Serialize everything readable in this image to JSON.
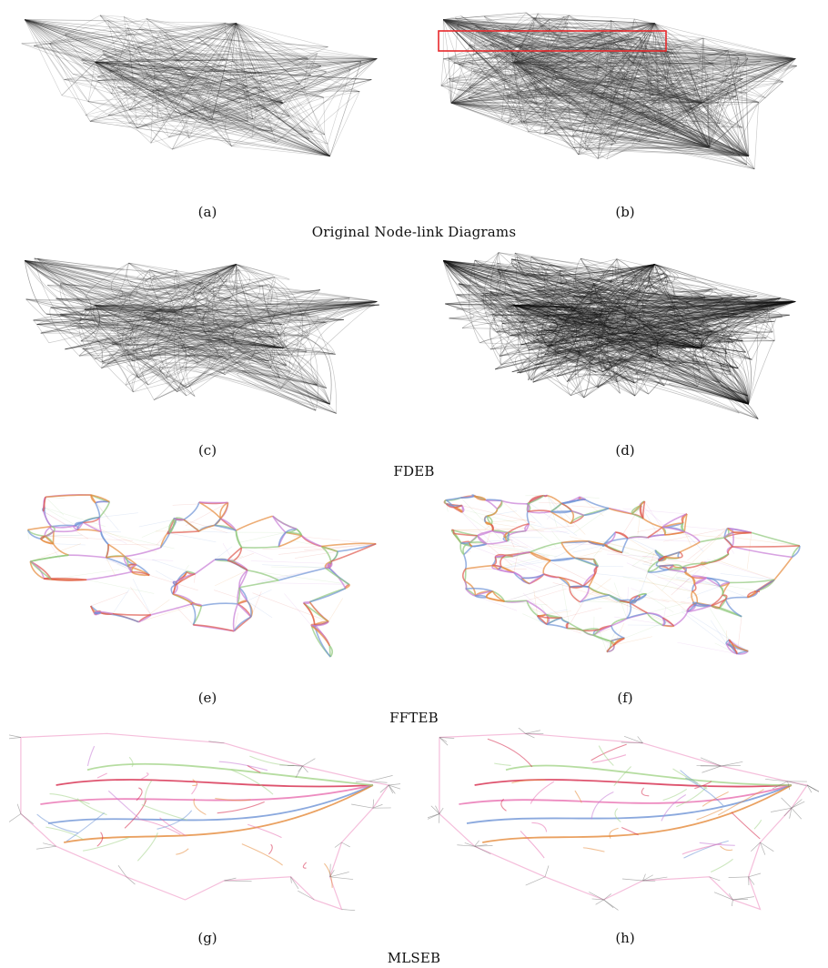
{
  "figure": {
    "rows": [
      {
        "group_label": "Original Node-link Diagrams",
        "panels": [
          {
            "label": "(a)",
            "style": "dense_dark",
            "edge_color": "#222222"
          },
          {
            "label": "(b)",
            "style": "very_dense_dark",
            "edge_color": "#333333",
            "highlight_box": true,
            "highlight_color": "#e8282b"
          }
        ]
      },
      {
        "group_label": "FDEB",
        "panels": [
          {
            "label": "(c)",
            "style": "bundled_dark",
            "edge_color": "#222222"
          },
          {
            "label": "(d)",
            "style": "bundled_dark_dense",
            "edge_color": "#111111"
          }
        ]
      },
      {
        "group_label": "FFTEB",
        "panels": [
          {
            "label": "(e)",
            "style": "colored_network",
            "palette": [
              "#8fc77a",
              "#c77cd6",
              "#e05a4e",
              "#6e93d6",
              "#e58a3a"
            ]
          },
          {
            "label": "(f)",
            "style": "colored_network_dense",
            "palette": [
              "#8fc77a",
              "#c77cd6",
              "#e05a4e",
              "#6e93d6",
              "#e58a3a"
            ]
          }
        ]
      },
      {
        "group_label": "MLSEB",
        "panels": [
          {
            "label": "(g)",
            "style": "colored_bundles",
            "palette": [
              "#d6284a",
              "#e86fb0",
              "#6e93d6",
              "#e58a3a",
              "#a4d48a",
              "#c77cd6"
            ]
          },
          {
            "label": "(h)",
            "style": "colored_bundles_dense",
            "palette": [
              "#d6284a",
              "#e86fb0",
              "#6e93d6",
              "#e58a3a",
              "#a4d48a",
              "#c77cd6"
            ]
          }
        ]
      }
    ]
  }
}
